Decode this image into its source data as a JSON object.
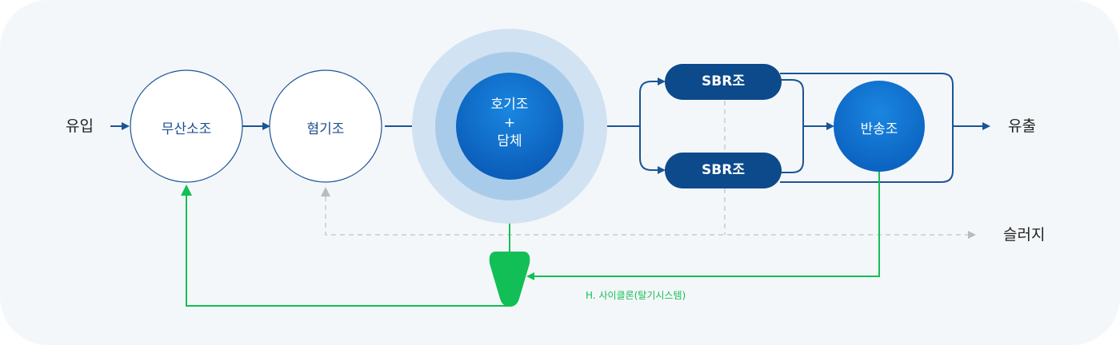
{
  "labels": {
    "inflow": "유입",
    "outflow": "유출",
    "sludge": "슬러지"
  },
  "nodes": {
    "anoxic": "무산소조",
    "anaerobic": "혐기조",
    "aeration_line1": "호기조",
    "aeration_line2": "+",
    "aeration_line3": "담체",
    "sbr_top": "SBR조",
    "sbr_bottom": "SBR조",
    "return": "반송조"
  },
  "hydrocyclone": "H. 사이클론(탈기시스템)",
  "colors": {
    "flow": "#1a5496",
    "return_green": "#12bf56",
    "sludge_dashed": "#c4c8cc",
    "aeration": "#0a6fd0",
    "sbr": "#0c4a8c"
  }
}
